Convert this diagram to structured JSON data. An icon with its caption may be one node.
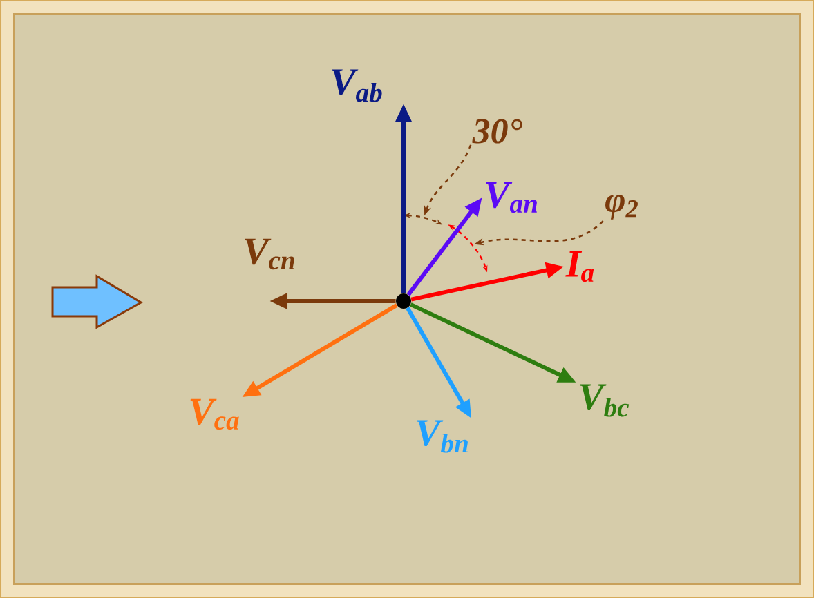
{
  "diagram": {
    "nodes": [
      {
        "text": [],
        "shape": "circle"
      },
      {
        "text": [
          "V$_{ab}$"
        ]
      },
      {
        "text": [
          "V$_{an}$"
        ]
      },
      {
        "text": [
          "I$_{a}$"
        ]
      },
      {
        "text": [
          "V$_{cn}$"
        ]
      },
      {
        "text": [
          "V$_{ca}$"
        ]
      },
      {
        "text": [
          "V$_{bn}$"
        ]
      },
      {
        "text": [
          "V$_{bc}$"
        ]
      },
      {
        "text": [
          "30°"
        ]
      },
      {
        "text": [
          "φ$_{2}$"
        ]
      },
      {
        "text": [],
        "shape": "arc"
      },
      {
        "text": [],
        "shape": "arc"
      }
    ],
    "edges": [
      {
        "from": 0,
        "to": 1,
        "arrow": "to",
        "color": "#0b1a85"
      },
      {
        "from": 0,
        "to": 2,
        "arrow": "to",
        "color": "#5b0af5"
      },
      {
        "from": 0,
        "to": 3,
        "arrow": "to",
        "color": "#ff0000"
      },
      {
        "from": 0,
        "to": 4,
        "arrow": "to",
        "color": "#7b3a0c"
      },
      {
        "from": 0,
        "to": 5,
        "arrow": "to",
        "color": "#ff7010"
      },
      {
        "from": 0,
        "to": 6,
        "arrow": "to",
        "color": "#1fa0ff"
      },
      {
        "from": 0,
        "to": 7,
        "arrow": "to",
        "color": "#2e7d10"
      },
      {
        "from": 8,
        "to": 10,
        "arrow": "to",
        "style": "dashed",
        "color": "#7b3a0c"
      },
      {
        "from": 9,
        "to": 11,
        "arrow": "to",
        "style": "dashed",
        "color": "#7b3a0c"
      }
    ]
  }
}
